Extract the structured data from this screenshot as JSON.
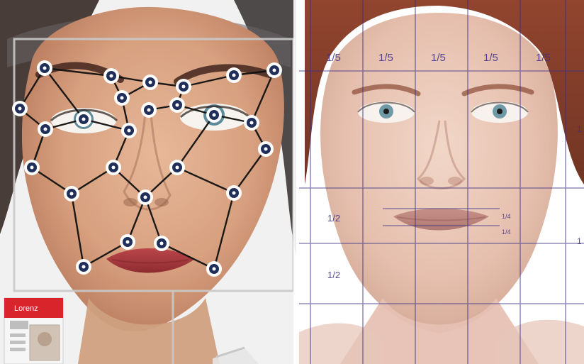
{
  "left_panel": {
    "id_card": {
      "name_text": "Lorenz",
      "role_text": "",
      "accent_color": "#d9242b"
    }
  },
  "right_panel": {
    "column_labels": [
      "1/5",
      "1/5",
      "1/5",
      "1/5",
      "1/5"
    ],
    "lower_labels": [
      "1/2",
      "1/2"
    ],
    "small_labels": [
      "1/4",
      "1/4"
    ],
    "edge_labels": [
      "1",
      "1"
    ],
    "grid_color": "#3b2f86"
  },
  "colors": {
    "landmark_fill": "#1f2f5a",
    "landmark_ring": "#ffffff",
    "mesh_line": "#111111"
  }
}
